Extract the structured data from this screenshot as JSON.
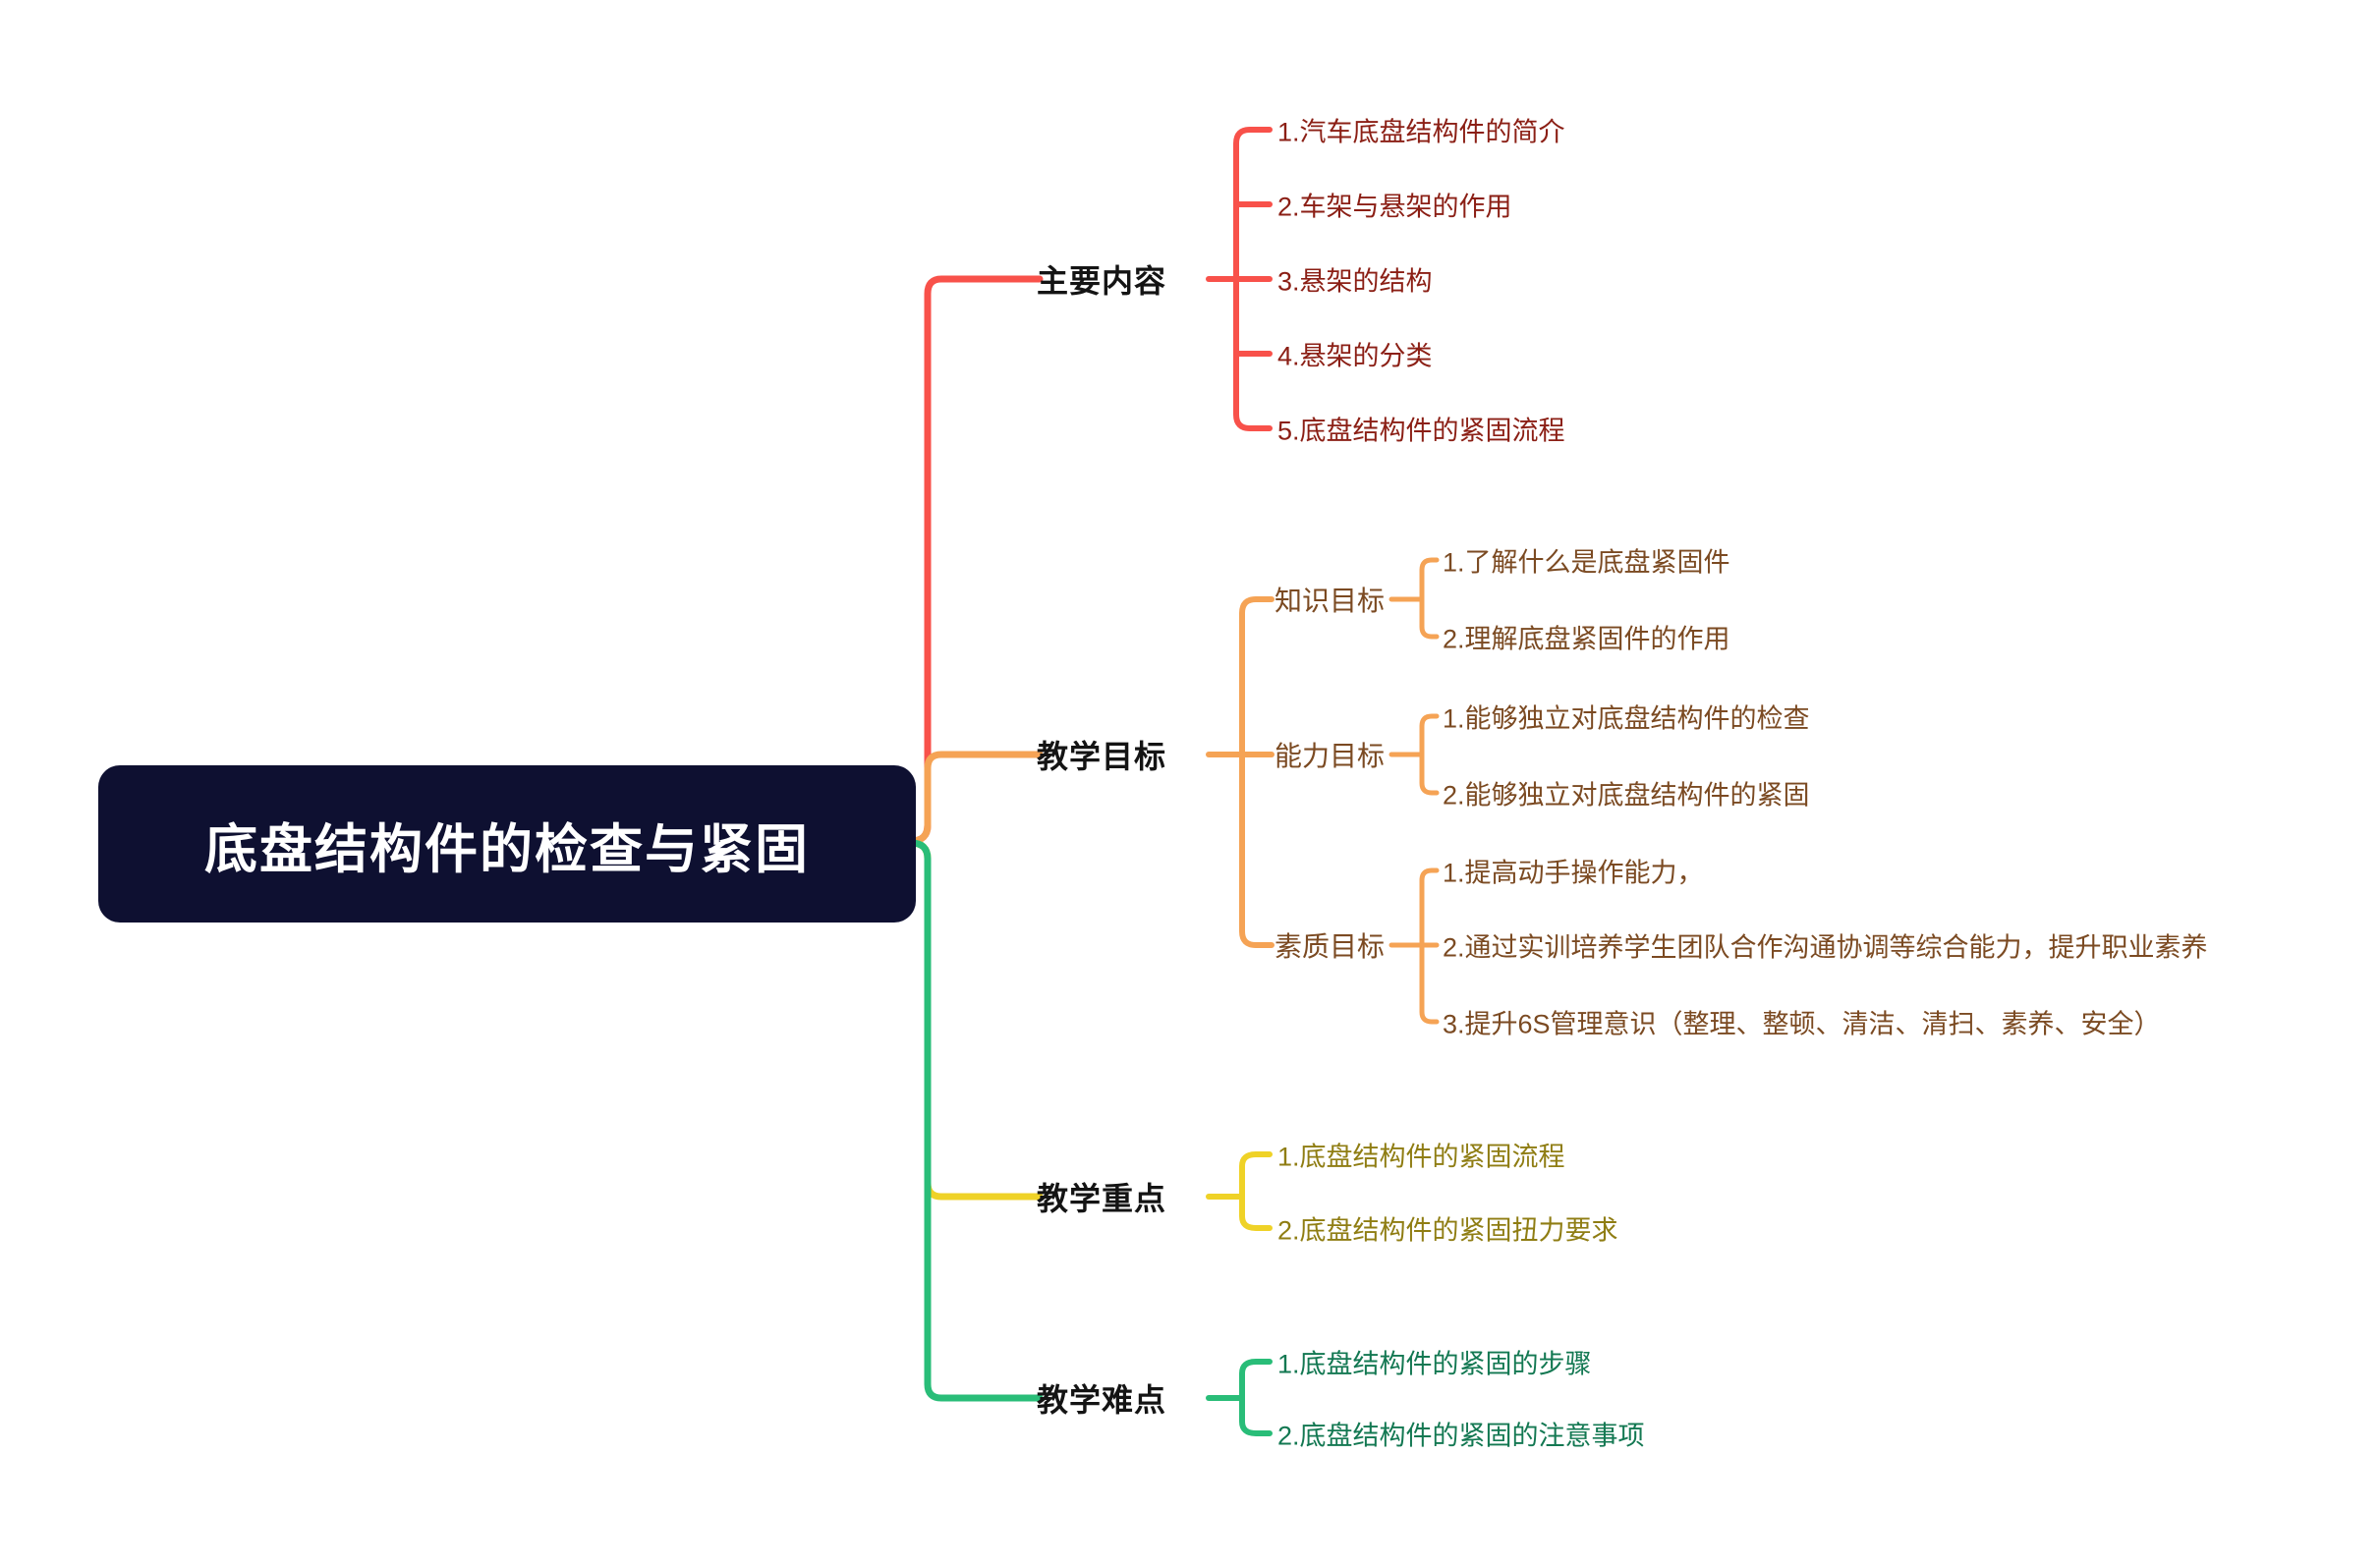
{
  "root": {
    "title": "底盘结构件的检查与紧固",
    "node_color": "#0e1031",
    "text_color": "#ffffff"
  },
  "branches": [
    {
      "label": "主要内容",
      "line_color": "#f8514a",
      "item_text_color": "#8b1f15",
      "items": [
        "1.汽车底盘结构件的简介",
        "2.车架与悬架的作用",
        "3.悬架的结构",
        "4.悬架的分类",
        "5.底盘结构件的紧固流程"
      ]
    },
    {
      "label": "教学目标",
      "line_color": "#f5a355",
      "item_text_color": "#7b4a22",
      "children": [
        {
          "label": "知识目标",
          "items": [
            "1.了解什么是底盘紧固件",
            "2.理解底盘紧固件的作用"
          ]
        },
        {
          "label": "能力目标",
          "items": [
            "1.能够独立对底盘结构件的检查",
            "2.能够独立对底盘结构件的紧固"
          ]
        },
        {
          "label": "素质目标",
          "items": [
            "1.提高动手操作能力，",
            "2.通过实训培养学生团队合作沟通协调等综合能力，提升职业素养",
            "3.提升6S管理意识（整理、整顿、清洁、清扫、素养、安全）"
          ]
        }
      ]
    },
    {
      "label": "教学重点",
      "line_color": "#efd227",
      "item_text_color": "#8f7d13",
      "items": [
        "1.底盘结构件的紧固流程",
        "2.底盘结构件的紧固扭力要求"
      ]
    },
    {
      "label": "教学难点",
      "line_color": "#29bd78",
      "item_text_color": "#137852",
      "items": [
        "1.底盘结构件的紧固的步骤",
        "2.底盘结构件的紧固的注意事项"
      ]
    }
  ]
}
